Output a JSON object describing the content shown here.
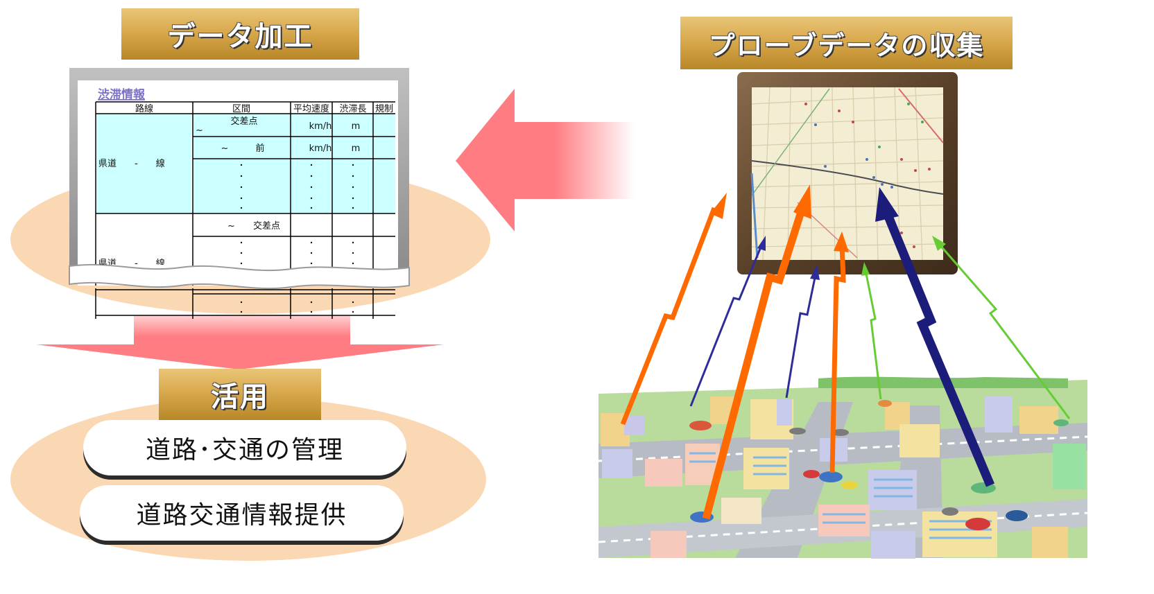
{
  "labels": {
    "data_processing": "データ加工",
    "probe_collection": "プローブデータの収集",
    "utilization": "活用"
  },
  "uses": [
    "道路･交通の管理",
    "道路交通情報提供"
  ],
  "congestion_table": {
    "title": "渋滞情報",
    "headers": [
      "路線",
      "区間",
      "平均速度",
      "渋滞長",
      "規制"
    ],
    "route_label_1": "県道　　-　　線",
    "route_label_2": "県道　　-　　線",
    "cells": {
      "r1_section_a": "交差点",
      "r1_section_tilde": "~",
      "r1_speed": "km/h",
      "r1_length": "m",
      "r2_section": "~　　　前",
      "r2_speed": "km/h",
      "r2_length": "m",
      "r5_section": "~　　交差点"
    }
  },
  "colors": {
    "pink_arrow": "#ff7c82",
    "ellipse": "#fbd8b4",
    "gold": "#d9a94e",
    "cell_cyan": "#ccffff",
    "frame_brown": "#6b4f33",
    "arrow_orange": "#ff6a00",
    "arrow_navy": "#1c1c7a",
    "arrow_green": "#66cc33"
  }
}
